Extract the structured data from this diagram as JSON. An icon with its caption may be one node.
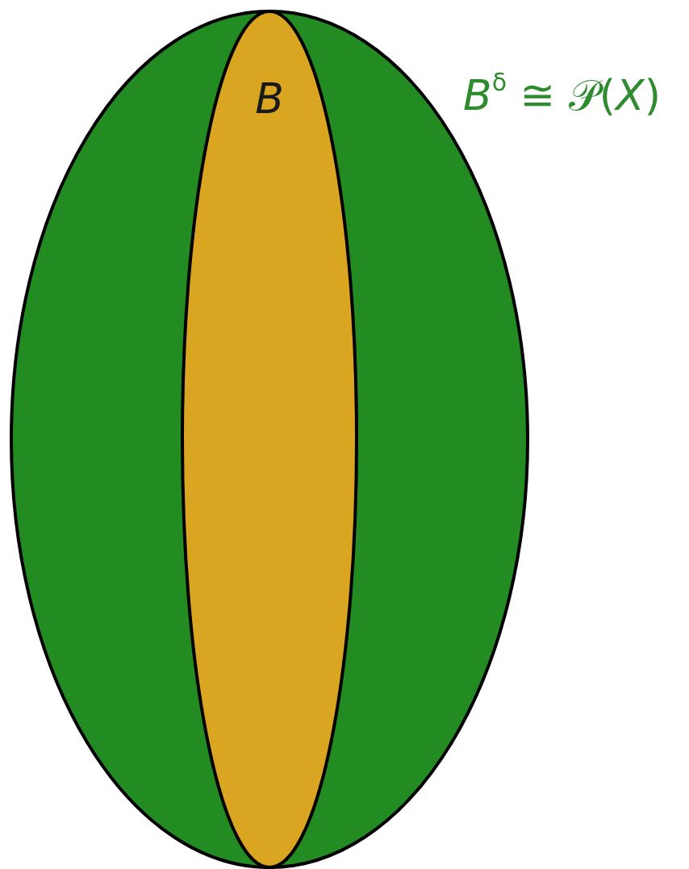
{
  "diagram": {
    "nodes": [
      {
        "text": [],
        "shape": "ellipse",
        "beside": [
          "*B*$^{δ}$ ≅ 𝒫(*X*)"
        ]
      },
      {
        "text": [
          "B"
        ],
        "in": 0
      }
    ]
  }
}
